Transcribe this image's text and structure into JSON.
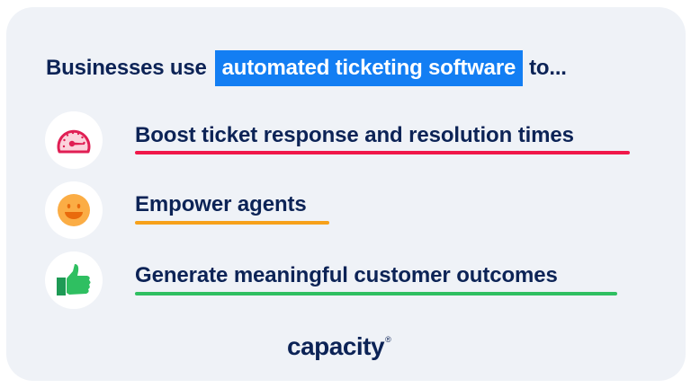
{
  "headline": {
    "prefix": "Businesses use",
    "highlight": "automated ticketing software",
    "suffix": "to...",
    "highlight_color": "#137ef3",
    "text_color": "#0c2356"
  },
  "items": [
    {
      "label": "Boost ticket response and resolution times",
      "icon": "speedometer-icon",
      "underline_color": "#f0184a"
    },
    {
      "label": "Empower agents",
      "icon": "smiley-face-icon",
      "underline_color": "#f7a11a"
    },
    {
      "label": "Generate meaningful customer outcomes",
      "icon": "thumbs-up-icon",
      "underline_color": "#2fbf61"
    }
  ],
  "logo": {
    "text": "capacity",
    "mark": "®"
  }
}
